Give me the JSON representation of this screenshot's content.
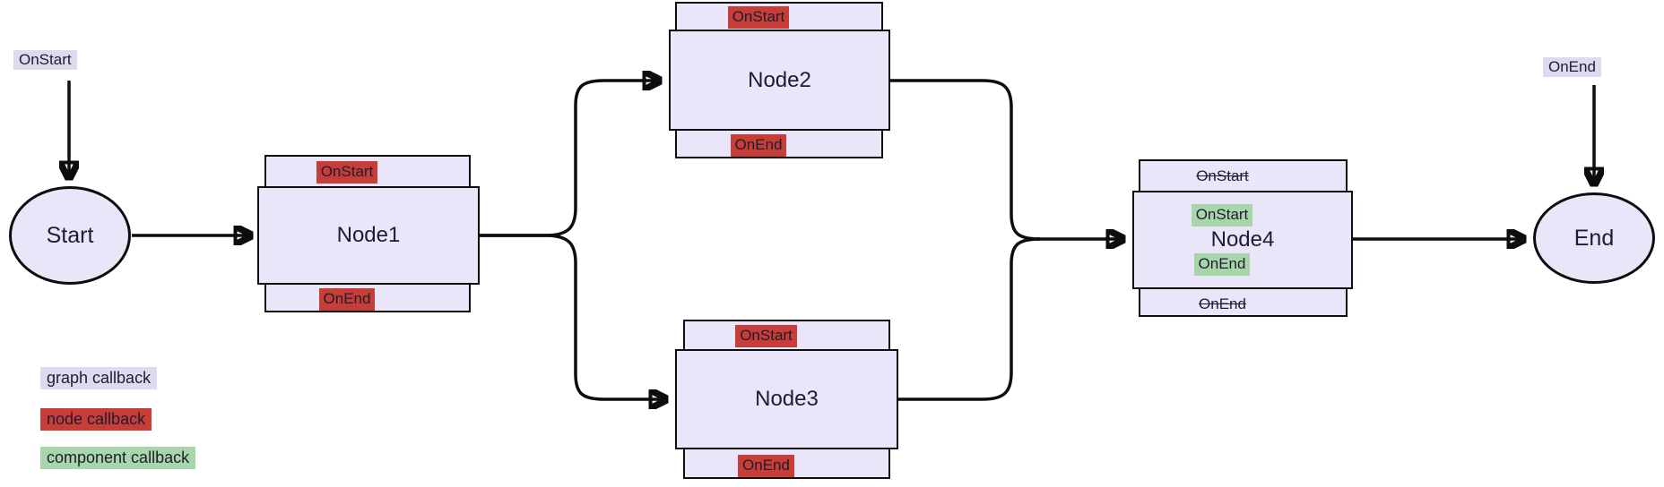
{
  "terminals": {
    "start": "Start",
    "end": "End"
  },
  "graph_callbacks": {
    "start_label": "OnStart",
    "end_label": "OnEnd"
  },
  "nodes": {
    "node1": {
      "title": "Node1",
      "on_start": "OnStart",
      "on_end": "OnEnd"
    },
    "node2": {
      "title": "Node2",
      "on_start": "OnStart",
      "on_end": "OnEnd"
    },
    "node3": {
      "title": "Node3",
      "on_start": "OnStart",
      "on_end": "OnEnd"
    },
    "node4": {
      "title": "Node4",
      "disabled_on_start": "OnStart",
      "disabled_on_end": "OnEnd",
      "component_on_start": "OnStart",
      "component_on_end": "OnEnd"
    }
  },
  "legend": {
    "graph": "graph callback",
    "node": "node callback",
    "component": "component callback"
  },
  "colors": {
    "node_fill": "#eae5f8",
    "graph_callback_highlight": "#dedaf0",
    "node_callback_highlight": "#c63e37",
    "component_callback_highlight": "#a8d6ab",
    "edge": "#0d0d0d",
    "text": "#201c30"
  }
}
